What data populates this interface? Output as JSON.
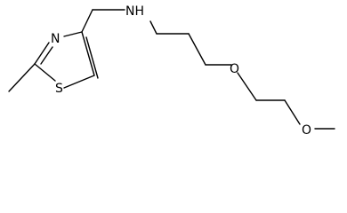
{
  "molecule": {
    "atoms": {
      "n_ring": "N",
      "s_ring": "S",
      "n_amine": "NH",
      "o_ether_1": "O",
      "o_ether_2": "O"
    }
  },
  "colors": {
    "bond": "#000000",
    "label": "#000000",
    "background": "#ffffff"
  }
}
